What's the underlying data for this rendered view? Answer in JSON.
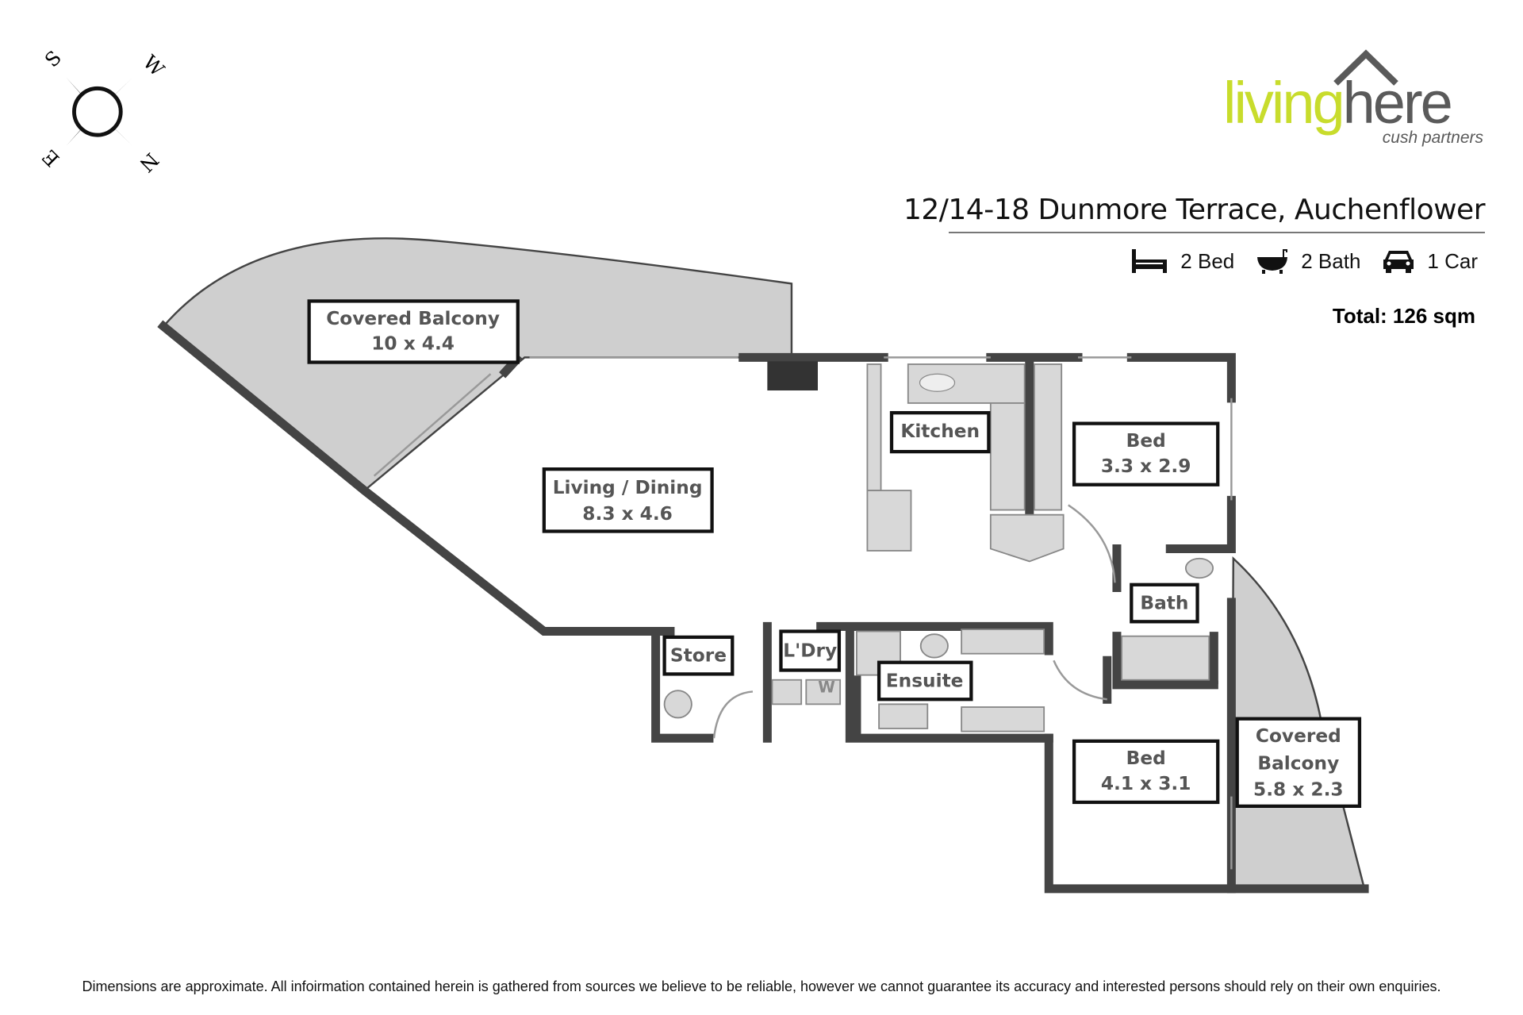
{
  "compass": {
    "labels": {
      "top_left": "S",
      "top_right": "W",
      "bottom_right": "N",
      "bottom_left": "E"
    }
  },
  "logo": {
    "word_green": "living",
    "word_grey": "here",
    "tagline": "cush partners",
    "colors": {
      "green": "#c8dc2c",
      "grey": "#5a5a5a"
    }
  },
  "property": {
    "address": "12/14-18 Dunmore Terrace, Auchenflower",
    "features": [
      {
        "icon": "bed-icon",
        "label": "2 Bed"
      },
      {
        "icon": "bath-icon",
        "label": "2 Bath"
      },
      {
        "icon": "car-icon",
        "label": "1 Car"
      }
    ],
    "total": "Total: 126 sqm"
  },
  "rooms": {
    "balcony_main": {
      "name": "Covered Balcony",
      "size": "10 x 4.4"
    },
    "living": {
      "name": "Living / Dining",
      "size": "8.3 x 4.6"
    },
    "kitchen": {
      "name": "Kitchen"
    },
    "bed1": {
      "name": "Bed",
      "size": "3.3 x 2.9"
    },
    "bath": {
      "name": "Bath"
    },
    "store": {
      "name": "Store"
    },
    "laundry": {
      "name": "L'Dry",
      "w_mark": "W"
    },
    "ensuite": {
      "name": "Ensuite"
    },
    "bed2": {
      "name": "Bed",
      "size": "4.1 x 3.1"
    },
    "balcony_small": {
      "name1": "Covered",
      "name2": "Balcony",
      "size": "5.8 x 2.3"
    }
  },
  "footer": "Dimensions are approximate. All infoirmation contained herein is gathered from sources we believe to be reliable, however we cannot guarantee its accuracy and interested persons should rely on their own enquiries."
}
